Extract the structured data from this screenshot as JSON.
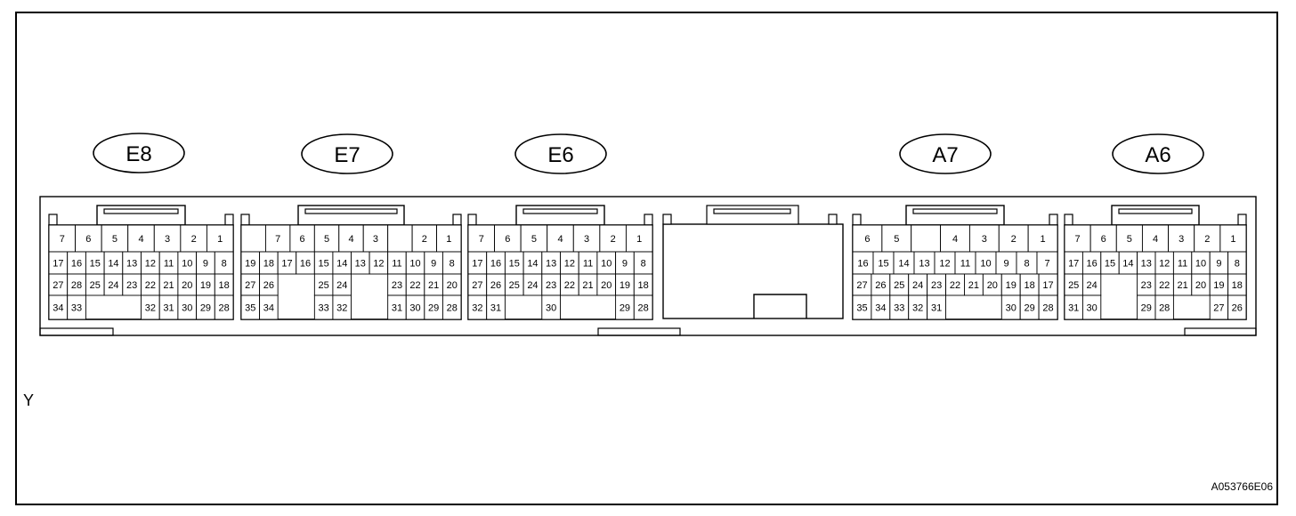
{
  "side_mark": "Y",
  "figure_id": "A053766E06",
  "connectors": [
    {
      "id": "E8",
      "rows": [
        [
          "7",
          "6",
          "5",
          "4",
          "3",
          "2",
          "1"
        ],
        [
          "17",
          "16",
          "15",
          "14",
          "13",
          "12",
          "11",
          "10",
          "9",
          "8"
        ],
        [
          "27",
          "28",
          "25",
          "24",
          "23",
          "22",
          "21",
          "20",
          "19",
          "18"
        ],
        [
          "34",
          "33",
          "",
          "",
          "",
          "32",
          "31",
          "30",
          "29",
          "28"
        ]
      ]
    },
    {
      "id": "E7",
      "rows": [
        [
          "",
          "7",
          "6",
          "5",
          "4",
          "3",
          "",
          "2",
          "1"
        ],
        [
          "19",
          "18",
          "17",
          "16",
          "15",
          "14",
          "13",
          "12",
          "11",
          "10",
          "9",
          "8"
        ],
        [
          "27",
          "26",
          "",
          "",
          "25",
          "24",
          "",
          "",
          "23",
          "22",
          "21",
          "20"
        ],
        [
          "35",
          "34",
          "",
          "",
          "33",
          "32",
          "",
          "",
          "31",
          "30",
          "29",
          "28"
        ]
      ]
    },
    {
      "id": "E6",
      "rows": [
        [
          "7",
          "6",
          "5",
          "4",
          "3",
          "2",
          "1"
        ],
        [
          "17",
          "16",
          "15",
          "14",
          "13",
          "12",
          "11",
          "10",
          "9",
          "8"
        ],
        [
          "27",
          "26",
          "25",
          "24",
          "23",
          "22",
          "21",
          "20",
          "19",
          "18"
        ],
        [
          "32",
          "31",
          "",
          "",
          "30",
          "",
          "",
          "",
          "29",
          "28"
        ]
      ]
    },
    {
      "id": "A7",
      "rows": [
        [
          "6",
          "5",
          "",
          "4",
          "3",
          "2",
          "1"
        ],
        [
          "16",
          "15",
          "14",
          "13",
          "12",
          "11",
          "10",
          "9",
          "8",
          "7"
        ],
        [
          "27",
          "26",
          "25",
          "24",
          "23",
          "22",
          "21",
          "20",
          "19",
          "18",
          "17"
        ],
        [
          "35",
          "34",
          "33",
          "32",
          "31",
          "",
          "",
          "",
          "30",
          "29",
          "28"
        ]
      ]
    },
    {
      "id": "A6",
      "rows": [
        [
          "7",
          "6",
          "5",
          "4",
          "3",
          "2",
          "1"
        ],
        [
          "17",
          "16",
          "15",
          "14",
          "13",
          "12",
          "11",
          "10",
          "9",
          "8"
        ],
        [
          "25",
          "24",
          "",
          "",
          "23",
          "22",
          "21",
          "20",
          "19",
          "18"
        ],
        [
          "31",
          "30",
          "",
          "",
          "29",
          "28",
          "",
          "",
          "27",
          "26"
        ]
      ]
    }
  ]
}
